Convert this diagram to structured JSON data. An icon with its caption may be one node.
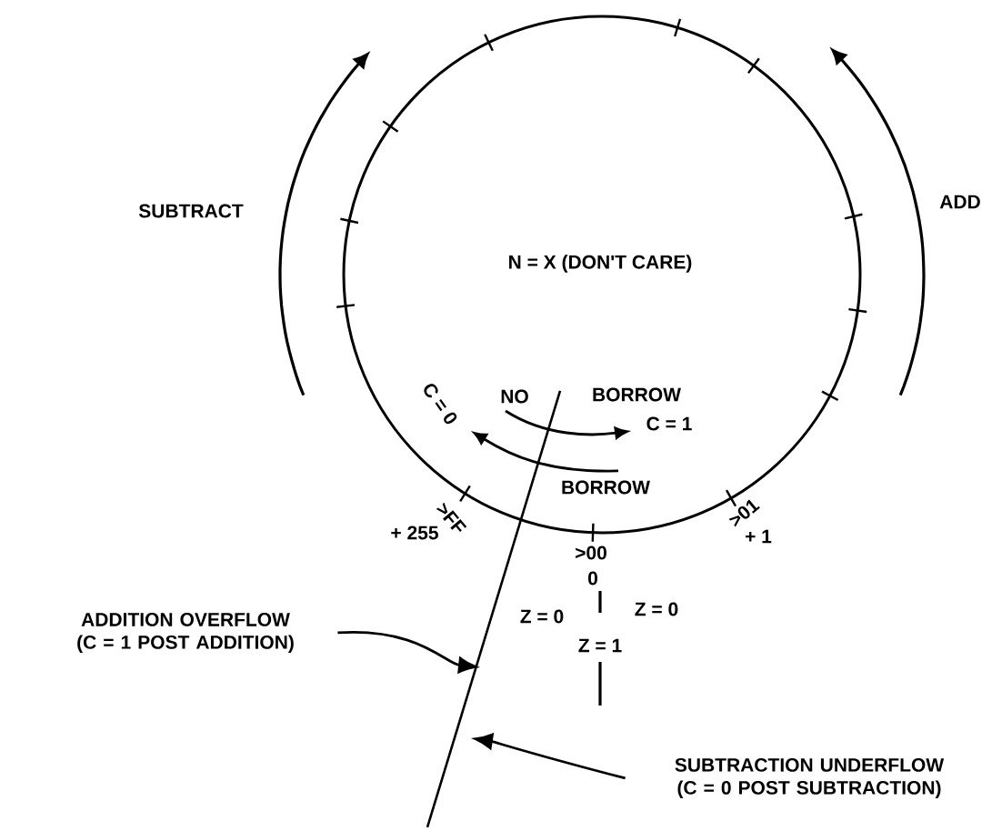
{
  "diagram": {
    "nodes": [
      {
        "text": [
          "N = X (DON'T CARE)"
        ]
      },
      {
        "text": [
          "ADDITION OVERFLOW (C = 1 POST ADDITION)"
        ]
      },
      {
        "text": [
          "SUBTRACTION UNDERFLOW (C = 0 POST SUBTRACTION)"
        ]
      }
    ],
    "edges": [
      {
        "from": 1,
        "to": null,
        "arrow": "to"
      },
      {
        "from": 2,
        "to": null,
        "arrow": "to"
      }
    ],
    "labels": [
      "SUBTRACT",
      "ADD",
      "NO",
      "BORROW",
      "C = 0",
      "C = 1",
      "BORROW",
      ">FF",
      "+ 255",
      ">00",
      "0",
      ">01",
      "+ 1",
      "Z = 0",
      "Z = 0",
      "Z = 1"
    ]
  }
}
